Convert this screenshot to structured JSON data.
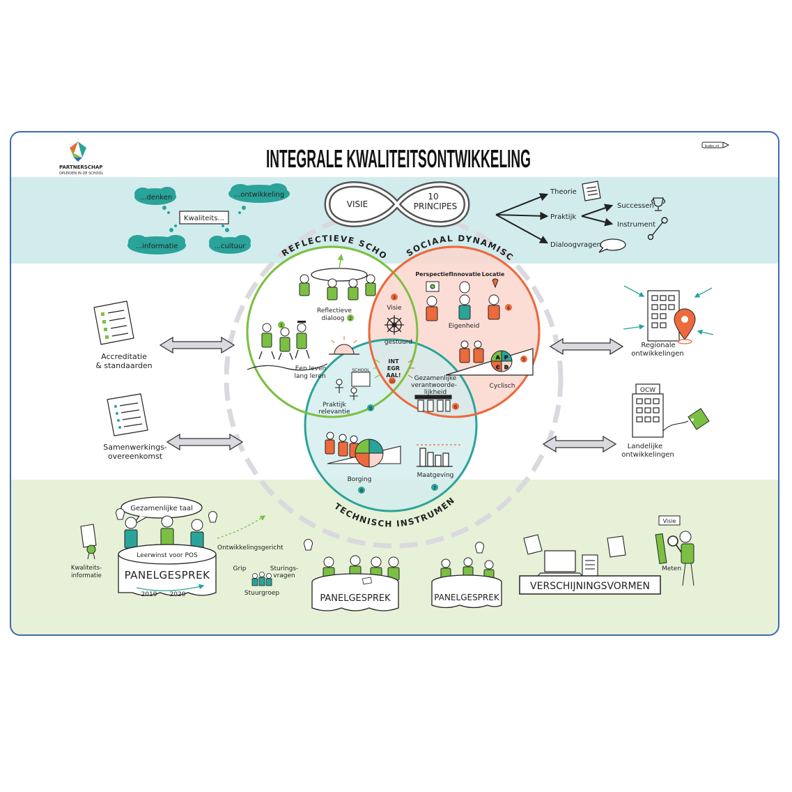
{
  "header": {
    "title": "INTEGRALE KWALITEITSONTWIKKELING",
    "logo_name": "PARTNERSCHAP",
    "logo_sub": "OPLEIDEN IN DE SCHOOL",
    "signature": "bubc.nl"
  },
  "clouds": {
    "center_label": "Kwaliteits...",
    "denken": "...denken",
    "ontwikkeling": "...ontwikkeling",
    "informatie": "...informatie",
    "cultuur": "...cultuur"
  },
  "infinity": {
    "left": "VISIE",
    "right_1": "10",
    "right_2": "PRINCIPES"
  },
  "tree": {
    "theorie": "Theorie",
    "praktijk": "Praktijk",
    "successen": "Successen",
    "instrument": "Instrument",
    "dialoogvragen": "Dialoogvragen"
  },
  "circles": {
    "reflectief": "REFLECTIEVE SCHOOL",
    "sociaal": "SOCIAAL DYNAMISCH",
    "technisch": "TECHNISCH INSTRUMENTEEL"
  },
  "inner": {
    "reflectieve_1": "Reflectieve",
    "reflectieve_2": "dialoog",
    "leven_1": "Een leven",
    "leven_2": "lang leren",
    "praktijk_1": "Praktijk",
    "praktijk_2": "relevantie",
    "school": "SCHOOL",
    "visie": "Visie",
    "gestuurd": "gestuurd",
    "int_1": "INT",
    "int_2": "EGR",
    "int_3": "AAL!",
    "perspectief": "Perspectief",
    "innovatie": "Innovatie",
    "locatie": "Locatie",
    "eigenheid": "Eigenheid",
    "cyclisch": "Cyclisch",
    "gez_1": "Gezamenlijke",
    "gez_2": "verantwoorde-",
    "gez_3": "lijkheid",
    "borging": "Borging",
    "maatgeving": "Maatgeving",
    "pdca_a": "A",
    "pdca_p": "P",
    "pdca_c": "C",
    "pdca_d": "D",
    "n1": "1",
    "n2": "2",
    "n3": "3",
    "n4": "4",
    "n5": "5",
    "n6": "6",
    "n7": "7",
    "n8": "8",
    "n9": "9",
    "n10": "10"
  },
  "sides": {
    "accreditatie_1": "Accreditatie",
    "accreditatie_2": "& standaarden",
    "samenwerking_1": "Samenwerkings-",
    "samenwerking_2": "overeenkomst",
    "regionale_1": "Regionale",
    "regionale_2": "ontwikkelingen",
    "ocw": "OCW",
    "landelijke_1": "Landelijke",
    "landelijke_2": "ontwikkelingen"
  },
  "bottom": {
    "gezamenlijke_taal": "Gezamenlijke taal",
    "ontwikkelingsgericht": "Ontwikkelingsgericht",
    "kwaliteits_1": "Kwaliteits-",
    "kwaliteits_2": "informatie",
    "leerwinst": "Leerwinst voor POS",
    "panelgesprek": "PANELGESPREK",
    "year_1": "2019",
    "year_2": "2020",
    "grip": "Grip",
    "sturing_1": "Sturings-",
    "sturing_2": "vragen",
    "stuurgroep": "Stuurgroep",
    "panelgesprek_2": "PANELGESPREK",
    "panelgesprek_3": "PANELGESPREK",
    "verschijningsvormen": "VERSCHIJNINGSVORMEN",
    "visie": "Visie",
    "meten": "Meten"
  },
  "colors": {
    "green": "#7cc043",
    "orange": "#ec6a3c",
    "teal": "#2aa39a",
    "band_teal": "#d2ecee",
    "band_green": "#e6f1d8",
    "pink": "#fbd7cf",
    "frame": "#3b6ab0"
  }
}
